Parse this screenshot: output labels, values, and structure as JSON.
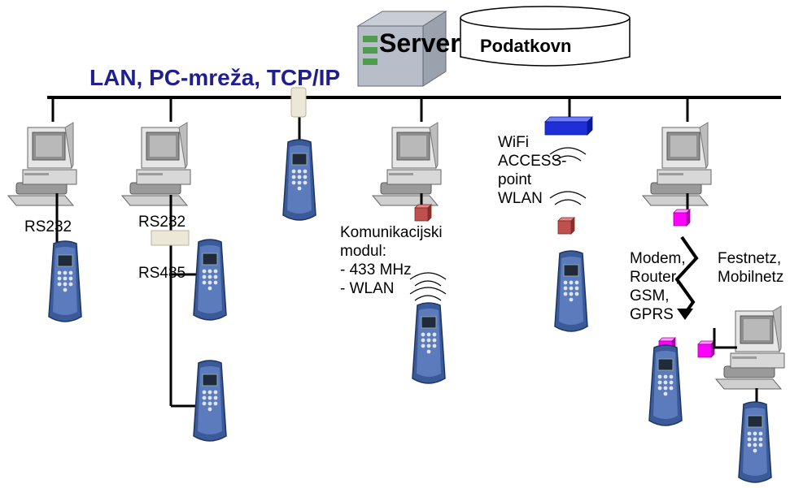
{
  "network": {
    "title": "LAN, PC-mreža, TCP/IP"
  },
  "server": {
    "label": "Server",
    "database_label": "Podatkovn"
  },
  "labels": {
    "rs232_left": "RS232",
    "rs232_second": "RS232",
    "rs485": "RS485",
    "module": [
      "Komunikacijski",
      "modul:",
      "- 433 MHz",
      "- WLAN"
    ],
    "wifi": [
      "WiFi",
      "ACCESS-",
      "point",
      "WLAN"
    ],
    "modem": [
      "Modem,",
      "Router,",
      "GSM,",
      "GPRS"
    ],
    "network_type": [
      "Festnetz,",
      "Mobilnetz"
    ]
  },
  "colors": {
    "lan_title": "#1f1f8f",
    "module": "#c0504d",
    "wifi_access_point": "#1f2fd8",
    "modem": "#ff00ff",
    "terminal_body": "#3b5a9a",
    "connector": "#ece8d8"
  }
}
